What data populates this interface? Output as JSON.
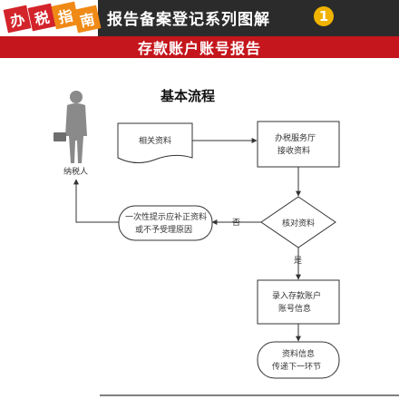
{
  "header": {
    "logo_chars": [
      "办",
      "税",
      "指",
      "南"
    ],
    "title": "报告备案登记系列图解",
    "number": "1",
    "subtitle": "存款账户账号报告"
  },
  "flow": {
    "heading": "基本流程",
    "person_label": "纳税人",
    "doc_box": "相关资料",
    "hall_box": [
      "办税服务厅",
      "接收资料"
    ],
    "check_diamond": "核对资料",
    "no_label": "否",
    "reject_box": [
      "一次性提示应补正资料",
      "或不予受理原因"
    ],
    "yes_label": "是",
    "record_box": [
      "录入存款账户",
      "账号信息"
    ],
    "transfer_box": [
      "资料信息",
      "传递下一环节"
    ]
  },
  "colors": {
    "header_bg": "#2b2b2b",
    "banner_red": "#c4161c",
    "logo_red": "#d3232b",
    "logo_orange": "#f08a16",
    "number_badge": "#f0b400"
  }
}
